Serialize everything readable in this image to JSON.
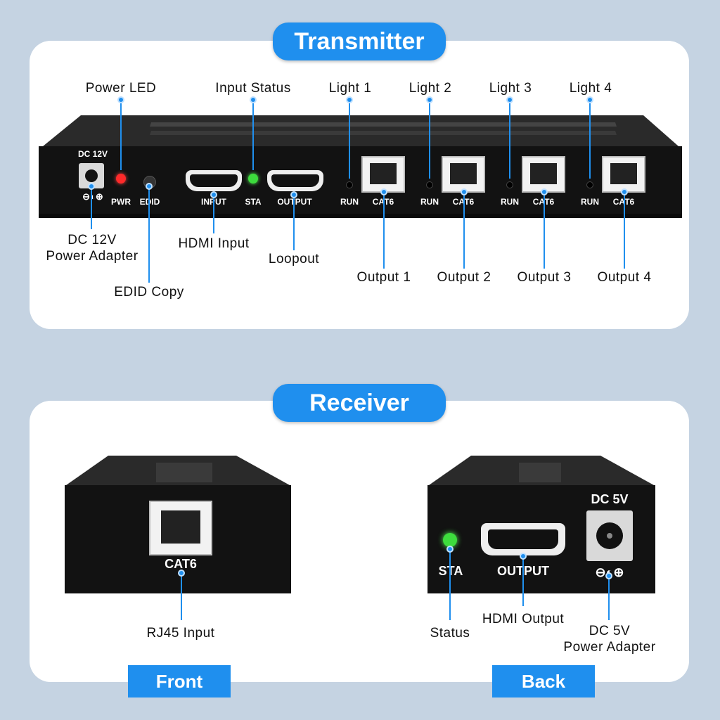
{
  "transmitter": {
    "title": "Transmitter",
    "device_labels": {
      "dc": "DC 12V",
      "dc_symbol": "⊖◐⊕",
      "pwr": "PWR",
      "edid": "EDID",
      "input": "INPUT",
      "sta": "STA",
      "output": "OUTPUT",
      "run": "RUN",
      "cat6": "CAT6"
    },
    "callouts_top": [
      "Power LED",
      "Input Status",
      "Light 1",
      "Light 2",
      "Light 3",
      "Light 4"
    ],
    "callouts_bottom": {
      "dc": "DC 12V\nPower Adapter",
      "edid": "EDID Copy",
      "hdmi_in": "HDMI Input",
      "loopout": "Loopout",
      "outputs": [
        "Output 1",
        "Output 2",
        "Output 3",
        "Output 4"
      ]
    }
  },
  "receiver": {
    "title": "Receiver",
    "front": {
      "cat6": "CAT6",
      "callout": "RJ45 Input",
      "tag": "Front"
    },
    "back": {
      "dc": "DC 5V",
      "dc_symbol": "⊖◐⊕",
      "sta": "STA",
      "output": "OUTPUT",
      "callout_status": "Status",
      "callout_hdmi": "HDMI Output",
      "callout_dc": "DC 5V\nPower Adapter",
      "tag": "Back"
    }
  },
  "colors": {
    "accent": "#1f8fee",
    "background": "#c5d3e2",
    "device": "#121212",
    "led_red": "#ff2a2a",
    "led_green": "#3ddc3d"
  }
}
